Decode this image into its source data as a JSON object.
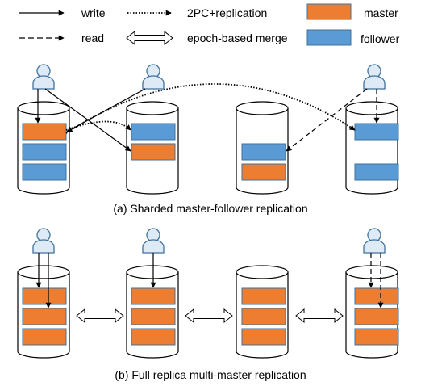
{
  "legend": {
    "write": "write",
    "twopc": "2PC+replication",
    "read": "read",
    "merge": "epoch-based merge",
    "master": "master",
    "follower": "follower"
  },
  "colors": {
    "master": "#ED7D31",
    "follower": "#5B9BD5",
    "user_fill": "#DEEBF7",
    "user_stroke": "#41719C",
    "line": "#000000"
  },
  "captions": {
    "a": "(a) Sharded master-follower replication",
    "b": "(b) Full replica multi-master replication"
  },
  "icons": {
    "user": "user-icon",
    "database": "database-cylinder-icon",
    "merge": "double-arrow-icon"
  }
}
